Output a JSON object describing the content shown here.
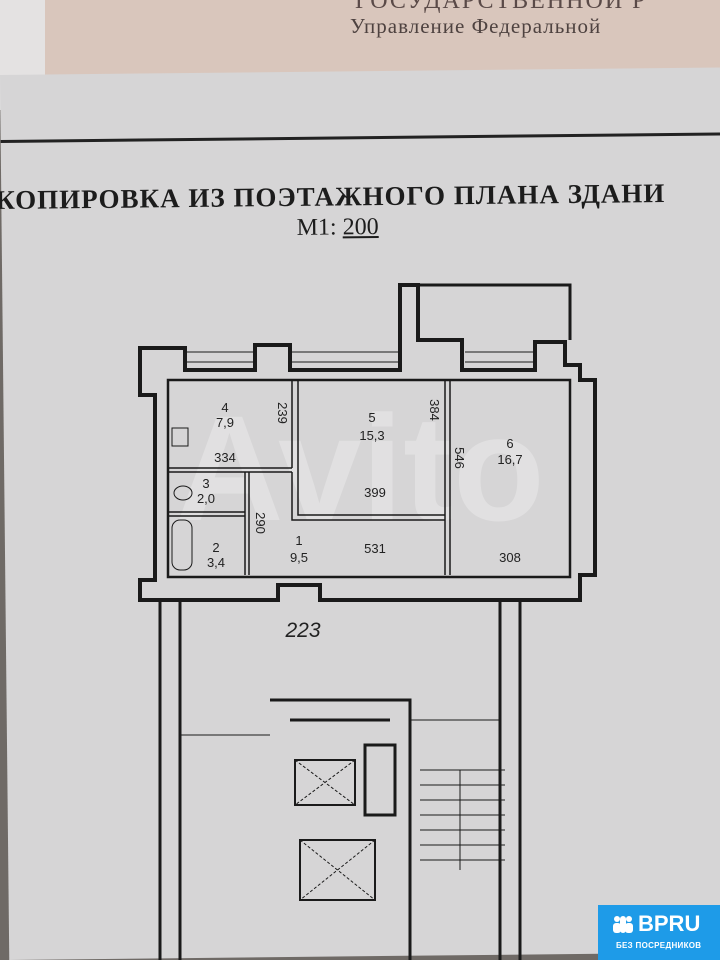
{
  "background_doc": {
    "line1": "ГОСУДАРСТВЕННОЙ Р",
    "line2": "Управление Федеральной"
  },
  "document": {
    "title": "КОПИРОВКА ИЗ ПОЭТАЖНОГО ПЛАНА ЗДАНИ",
    "scale_prefix": "М1: ",
    "scale_value": "200"
  },
  "rooms": [
    {
      "number": "1",
      "area": "9,5"
    },
    {
      "number": "2",
      "area": "3,4"
    },
    {
      "number": "3",
      "area": "2,0"
    },
    {
      "number": "4",
      "area": "7,9"
    },
    {
      "number": "5",
      "area": "15,3"
    },
    {
      "number": "6",
      "area": "16,7"
    }
  ],
  "dimensions": {
    "d239": "239",
    "d334": "334",
    "d384": "384",
    "d546": "546",
    "d399": "399",
    "d290": "290",
    "d531": "531",
    "d308": "308",
    "d223": "223"
  },
  "watermark": "Avito",
  "badge": {
    "logo": "BPRU",
    "subtitle": "БЕЗ ПОСРЕДНИКОВ"
  }
}
